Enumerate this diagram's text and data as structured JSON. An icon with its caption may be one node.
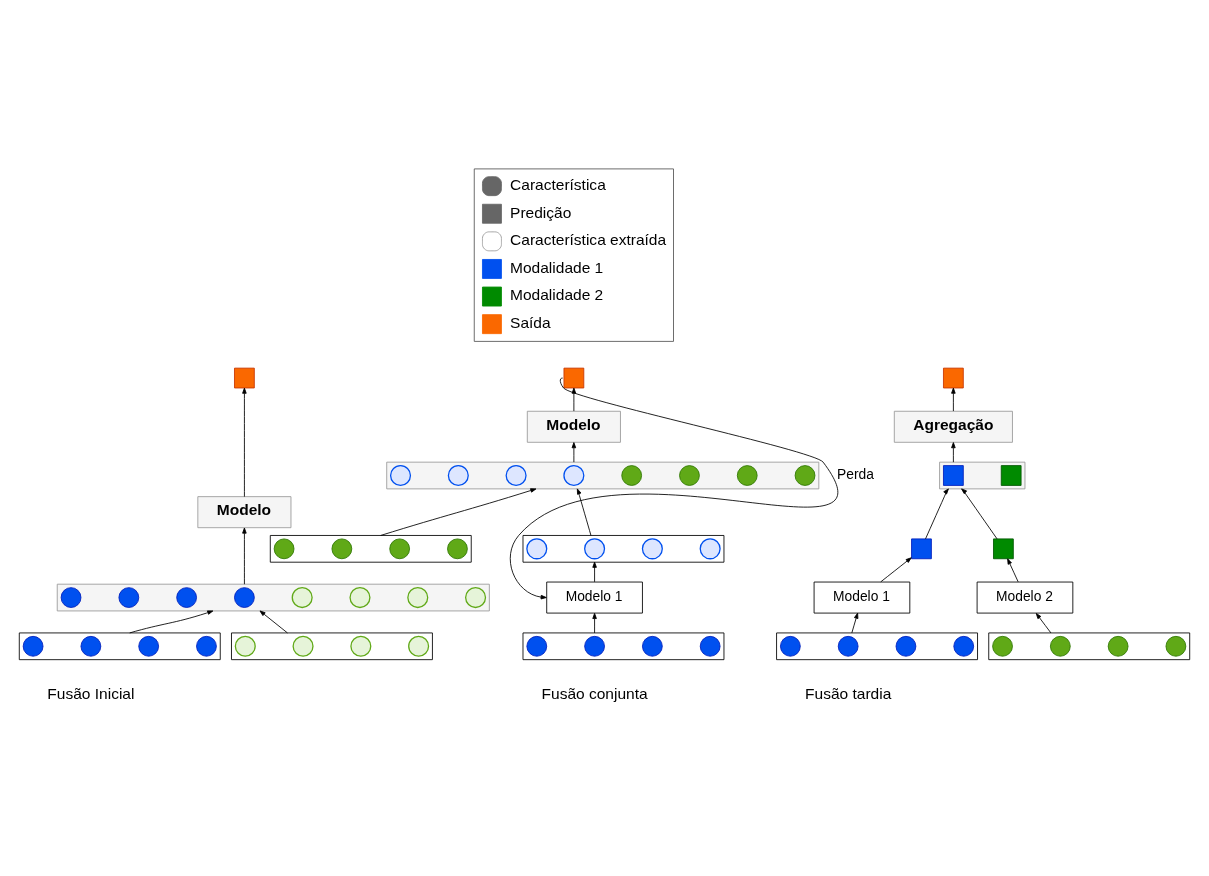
{
  "diagram": {
    "nodes": [
      {
        "text": [],
        "shape": "box"
      },
      {
        "text": [
          "Modelo"
        ]
      },
      {
        "text": [],
        "shape": "bar"
      },
      {
        "text": [],
        "shape": "circle",
        "in": 2
      },
      {
        "text": [],
        "shape": "circle",
        "in": 2
      },
      {
        "text": [],
        "shape": "circle",
        "in": 2
      },
      {
        "text": [],
        "shape": "circle",
        "in": 2
      },
      {
        "text": [],
        "shape": "circle",
        "in": 2
      },
      {
        "text": [],
        "shape": "circle",
        "in": 2
      },
      {
        "text": [],
        "shape": "circle",
        "in": 2
      },
      {
        "text": [],
        "shape": "circle",
        "in": 2
      },
      {
        "text": [],
        "shape": "bar"
      },
      {
        "text": [],
        "shape": "circle",
        "in": 11
      },
      {
        "text": [],
        "shape": "circle",
        "in": 11
      },
      {
        "text": [],
        "shape": "circle",
        "in": 11
      },
      {
        "text": [],
        "shape": "circle",
        "in": 11
      },
      {
        "text": [],
        "shape": "bar"
      },
      {
        "text": [],
        "shape": "circle",
        "in": 16
      },
      {
        "text": [],
        "shape": "circle",
        "in": 16
      },
      {
        "text": [],
        "shape": "circle",
        "in": 16
      },
      {
        "text": [],
        "shape": "circle",
        "in": 16
      },
      {
        "text": [],
        "shape": "box"
      },
      {
        "text": [
          "Modelo"
        ]
      },
      {
        "text": [],
        "shape": "bar"
      },
      {
        "text": [],
        "shape": "circle",
        "in": 23
      },
      {
        "text": [],
        "shape": "circle",
        "in": 23
      },
      {
        "text": [],
        "shape": "circle",
        "in": 23
      },
      {
        "text": [],
        "shape": "circle",
        "in": 23
      },
      {
        "text": [],
        "shape": "circle",
        "in": 23
      },
      {
        "text": [],
        "shape": "circle",
        "in": 23
      },
      {
        "text": [],
        "shape": "circle",
        "in": 23
      },
      {
        "text": [],
        "shape": "circle",
        "in": 23
      },
      {
        "text": [],
        "shape": "bar"
      },
      {
        "text": [],
        "shape": "circle",
        "in": 32
      },
      {
        "text": [],
        "shape": "circle",
        "in": 32
      },
      {
        "text": [],
        "shape": "circle",
        "in": 32
      },
      {
        "text": [],
        "shape": "circle",
        "in": 32
      },
      {
        "text": [],
        "shape": "bar"
      },
      {
        "text": [],
        "shape": "circle",
        "in": 37
      },
      {
        "text": [],
        "shape": "circle",
        "in": 37
      },
      {
        "text": [],
        "shape": "circle",
        "in": 37
      },
      {
        "text": [],
        "shape": "circle",
        "in": 37
      },
      {
        "text": [
          "Modelo 1"
        ]
      },
      {
        "text": [],
        "shape": "bar"
      },
      {
        "text": [],
        "shape": "circle",
        "in": 43
      },
      {
        "text": [],
        "shape": "circle",
        "in": 43
      },
      {
        "text": [],
        "shape": "circle",
        "in": 43
      },
      {
        "text": [],
        "shape": "circle",
        "in": 43
      },
      {
        "text": [],
        "shape": "box"
      },
      {
        "text": [
          "Agregação"
        ]
      },
      {
        "text": [],
        "shape": "bar"
      },
      {
        "text": [],
        "shape": "box",
        "in": 50
      },
      {
        "text": [],
        "shape": "box",
        "in": 50
      },
      {
        "text": [],
        "shape": "box"
      },
      {
        "text": [],
        "shape": "box"
      },
      {
        "text": [
          "Modelo 1"
        ]
      },
      {
        "text": [
          "Modelo 2"
        ]
      },
      {
        "text": [],
        "shape": "bar"
      },
      {
        "text": [],
        "shape": "circle",
        "in": 57
      },
      {
        "text": [],
        "shape": "circle",
        "in": 57
      },
      {
        "text": [],
        "shape": "circle",
        "in": 57
      },
      {
        "text": [],
        "shape": "circle",
        "in": 57
      },
      {
        "text": [],
        "shape": "bar"
      },
      {
        "text": [],
        "shape": "circle",
        "in": 62
      },
      {
        "text": [],
        "shape": "circle",
        "in": 62
      },
      {
        "text": [],
        "shape": "circle",
        "in": 62
      },
      {
        "text": [],
        "shape": "circle",
        "in": 62
      }
    ],
    "edges": [
      {
        "from": 1,
        "to": 0,
        "arrow": "to"
      },
      {
        "from": 2,
        "to": 1,
        "arrow": "to"
      },
      {
        "from": 11,
        "to": 2,
        "arrow": "to"
      },
      {
        "from": 16,
        "to": 2,
        "arrow": "to"
      },
      {
        "from": 22,
        "to": 21,
        "arrow": "to"
      },
      {
        "from": 23,
        "to": 22,
        "arrow": "to"
      },
      {
        "from": 32,
        "to": 23,
        "arrow": "to"
      },
      {
        "from": 37,
        "to": 23,
        "arrow": "to"
      },
      {
        "from": 42,
        "to": 32,
        "arrow": "to"
      },
      {
        "from": 43,
        "to": 42,
        "arrow": "to"
      },
      {
        "from": 21,
        "to": 42,
        "label": "Perda",
        "arrow": "to"
      },
      {
        "from": 49,
        "to": 48,
        "arrow": "to"
      },
      {
        "from": 50,
        "to": 49,
        "arrow": "to"
      },
      {
        "from": 53,
        "to": 50,
        "arrow": "to"
      },
      {
        "from": 54,
        "to": 50,
        "arrow": "to"
      },
      {
        "from": 55,
        "to": 53,
        "arrow": "to"
      },
      {
        "from": 56,
        "to": 54,
        "arrow": "to"
      },
      {
        "from": 57,
        "to": 55,
        "arrow": "to"
      },
      {
        "from": 62,
        "to": 56,
        "arrow": "to"
      }
    ],
    "labels": [
      "Fusão Inicial",
      "Fusão conjunta",
      "Fusão tardia"
    ],
    "legend": [
      {
        "text": "Característica"
      },
      {
        "text": "Predição",
        "color": "#666666"
      },
      {
        "text": "Característica extraída"
      },
      {
        "text": "Modalidade 1",
        "color": "#0050ef"
      },
      {
        "text": "Modalidade 2",
        "color": "#008a00"
      },
      {
        "text": "Saída",
        "color": "#fa6800"
      }
    ]
  }
}
